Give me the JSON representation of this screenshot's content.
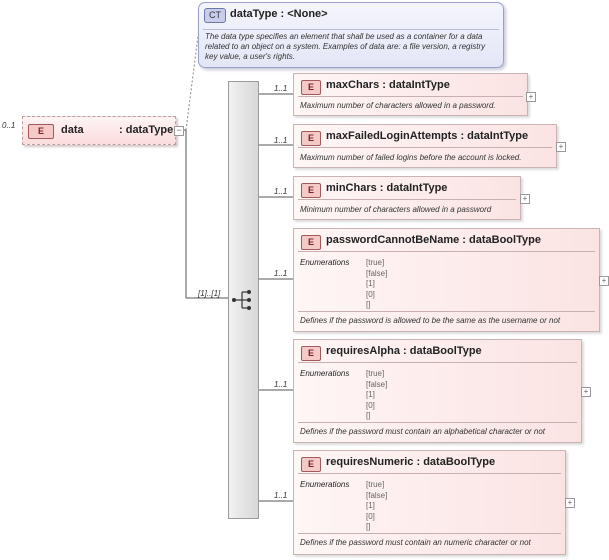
{
  "complex_type": {
    "badge": "CT",
    "title": "dataType : <None>",
    "description": "The data type specifies an element that shall be used as a container for a data related to an object on a system. Examples of data are: a file version, a registry key value, a user's rights."
  },
  "root": {
    "badge": "E",
    "name": "data",
    "type": ": dataType",
    "multiplicity": "0..1"
  },
  "sequence": {
    "multiplicity": "[1]..[1]"
  },
  "elements": [
    {
      "multiplicity": "1..1",
      "title": "maxChars : dataIntType",
      "description": "Maximum number of characters allowed in a password."
    },
    {
      "multiplicity": "1..1",
      "title": "maxFailedLoginAttempts : dataIntType",
      "description": "Maximum number of failed logins before the account is locked."
    },
    {
      "multiplicity": "1..1",
      "title": "minChars : dataIntType",
      "description": "Minimum number of characters allowed in a password"
    },
    {
      "multiplicity": "1..1",
      "title": "passwordCannotBeName : dataBoolType",
      "enum_label": "Enumerations",
      "enums": [
        "[true]",
        "[false]",
        "[1]",
        "[0]",
        "[]"
      ],
      "description": "Defines if the password is allowed to be the same as the username or not"
    },
    {
      "multiplicity": "1..1",
      "title": "requiresAlpha : dataBoolType",
      "enum_label": "Enumerations",
      "enums": [
        "[true]",
        "[false]",
        "[1]",
        "[0]",
        "[]"
      ],
      "description": "Defines if the password must contain an alphabetical character or not"
    },
    {
      "multiplicity": "1..1",
      "title": "requiresNumeric : dataBoolType",
      "enum_label": "Enumerations",
      "enums": [
        "[true]",
        "[false]",
        "[1]",
        "[0]",
        "[]"
      ],
      "description": "Defines if the password must contain an numeric character or not"
    }
  ],
  "badges": {
    "element": "E"
  }
}
